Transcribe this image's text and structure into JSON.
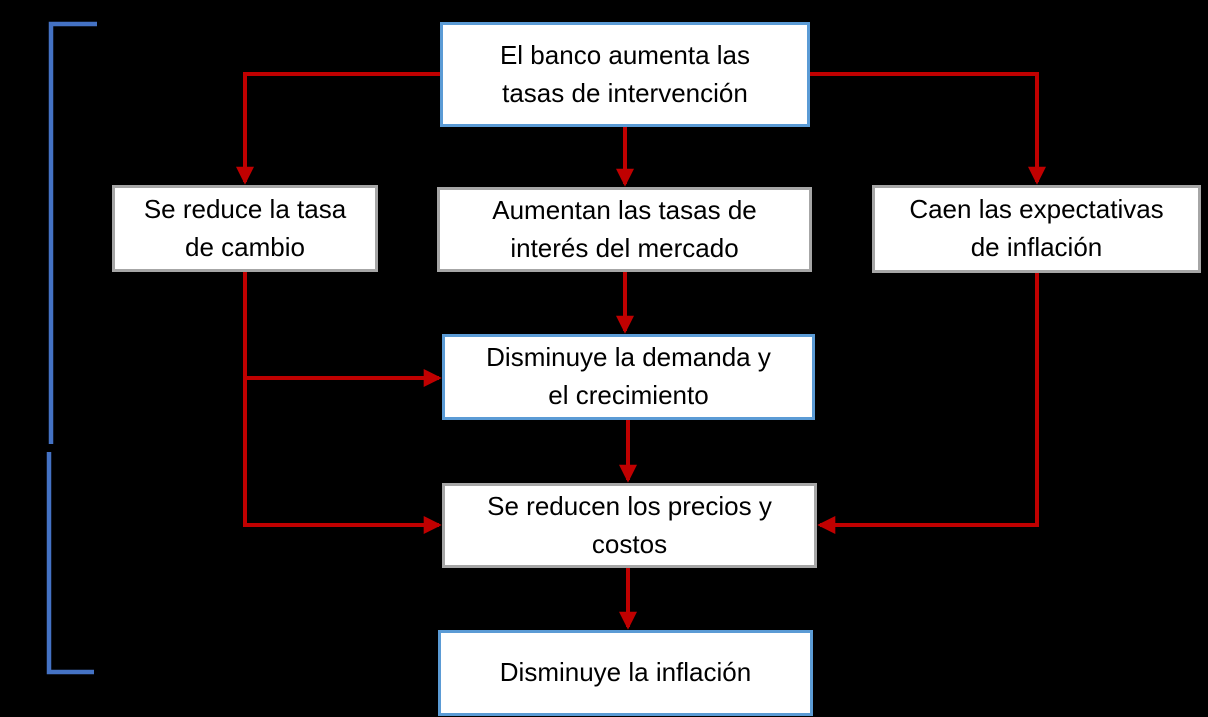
{
  "colors": {
    "background": "#000000",
    "box-bg": "#ffffff",
    "text": "#000000",
    "arrow-red": "#c00000",
    "box-border-blue": "#5b9bd5",
    "box-border-gray": "#a6a6a6",
    "bracket-blue": "#4472c4"
  },
  "nodes": [
    {
      "id": "bank-raises-rates",
      "border": "blue",
      "label": "El banco aumenta las\ntasas de intervención"
    },
    {
      "id": "exchange-rate-falls",
      "border": "gray",
      "label": "Se reduce la tasa\nde cambio"
    },
    {
      "id": "market-rates-rise",
      "border": "gray",
      "label": "Aumentan las tasas de\ninterés del mercado"
    },
    {
      "id": "inflation-expectations-fall",
      "border": "gray",
      "label": "Caen las expectativas\nde inflación"
    },
    {
      "id": "demand-growth-falls",
      "border": "blue",
      "label": "Disminuye la demanda y\nel crecimiento"
    },
    {
      "id": "prices-costs-fall",
      "border": "gray",
      "label": "Se reducen los precios y\ncostos"
    },
    {
      "id": "inflation-falls",
      "border": "blue",
      "label": "Disminuye la inflación"
    }
  ],
  "edges": [
    {
      "from": "bank-raises-rates",
      "to": "exchange-rate-falls",
      "style": "red-arrow"
    },
    {
      "from": "bank-raises-rates",
      "to": "market-rates-rise",
      "style": "red-arrow"
    },
    {
      "from": "bank-raises-rates",
      "to": "inflation-expectations-fall",
      "style": "red-arrow"
    },
    {
      "from": "market-rates-rise",
      "to": "demand-growth-falls",
      "style": "red-arrow"
    },
    {
      "from": "exchange-rate-falls",
      "to": "demand-growth-falls",
      "style": "red-arrow"
    },
    {
      "from": "exchange-rate-falls",
      "to": "prices-costs-fall",
      "style": "red-arrow"
    },
    {
      "from": "inflation-expectations-fall",
      "to": "prices-costs-fall",
      "style": "red-arrow"
    },
    {
      "from": "demand-growth-falls",
      "to": "prices-costs-fall",
      "style": "red-arrow"
    },
    {
      "from": "prices-costs-fall",
      "to": "inflation-falls",
      "style": "red-arrow"
    },
    {
      "from": "inflation-falls",
      "to": "bank-raises-rates",
      "style": "blue-feedback-bracket"
    }
  ]
}
